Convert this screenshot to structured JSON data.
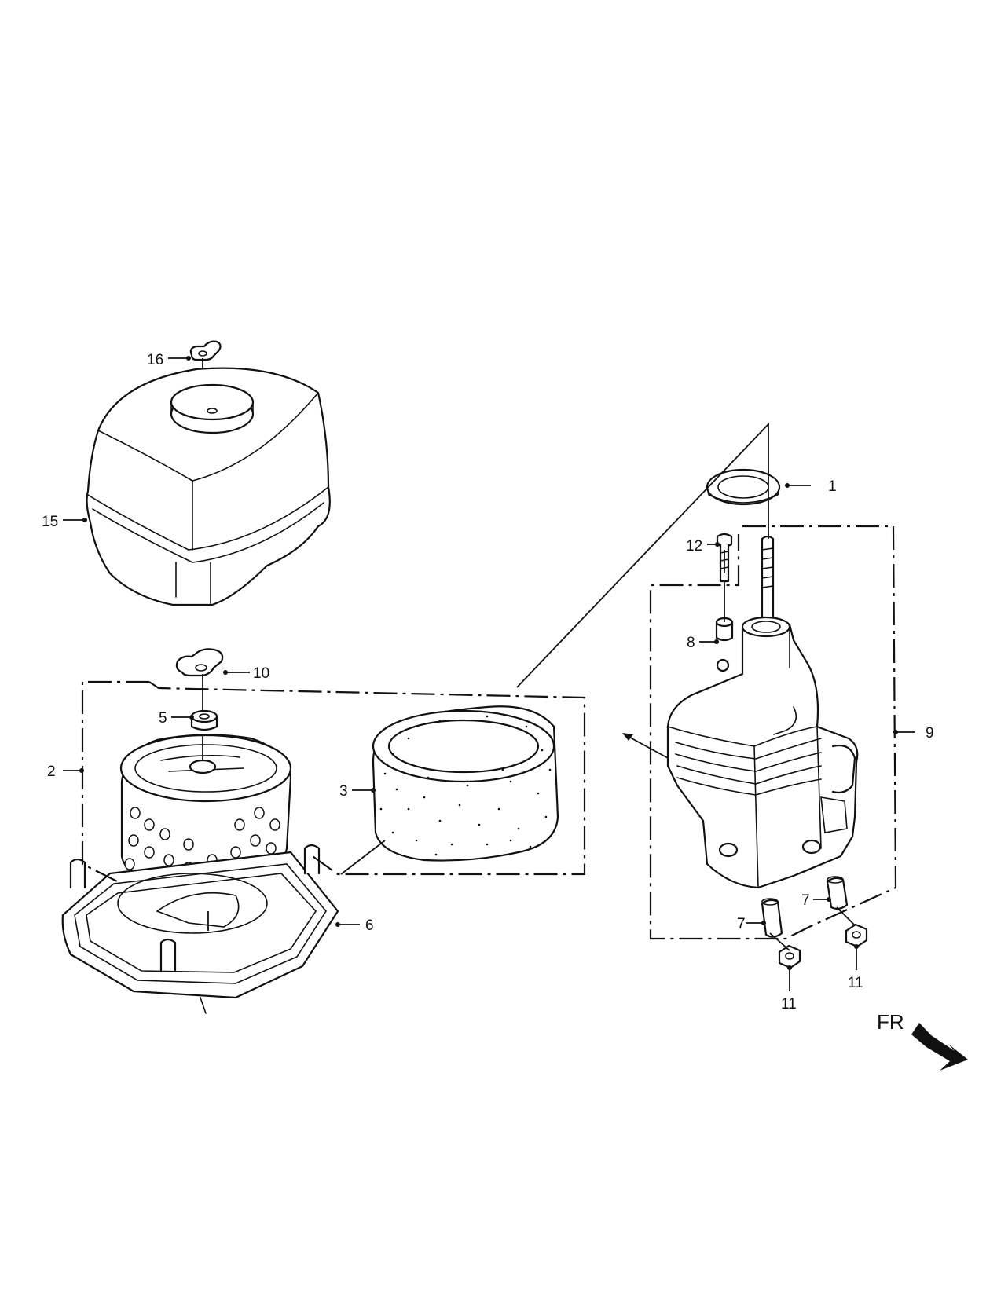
{
  "diagram": {
    "callouts": [
      {
        "id": "c1",
        "text": "1"
      },
      {
        "id": "c2",
        "text": "2"
      },
      {
        "id": "c3",
        "text": "3"
      },
      {
        "id": "c5",
        "text": "5"
      },
      {
        "id": "c6",
        "text": "6"
      },
      {
        "id": "c7a",
        "text": "7"
      },
      {
        "id": "c7b",
        "text": "7"
      },
      {
        "id": "c8",
        "text": "8"
      },
      {
        "id": "c9",
        "text": "9"
      },
      {
        "id": "c10",
        "text": "10"
      },
      {
        "id": "c11a",
        "text": "11"
      },
      {
        "id": "c11b",
        "text": "11"
      },
      {
        "id": "c12",
        "text": "12"
      },
      {
        "id": "c15",
        "text": "15"
      },
      {
        "id": "c16",
        "text": "16"
      }
    ],
    "direction": {
      "text": "FR",
      "icon": "front-direction-arrow-icon"
    }
  }
}
